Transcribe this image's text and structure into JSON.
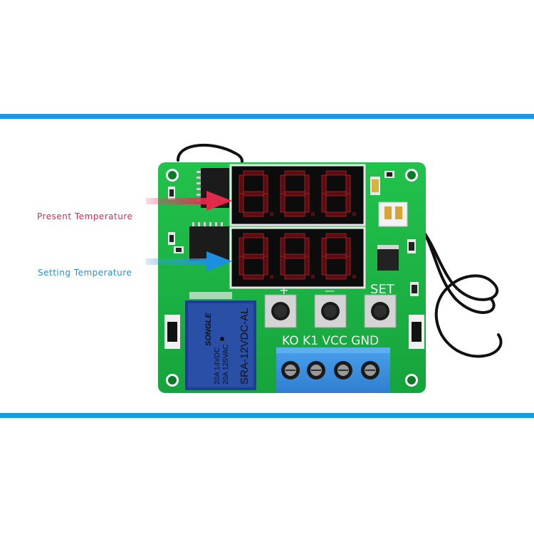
{
  "labels": {
    "present": "Present Temperature",
    "setting": "Setting Temperature"
  },
  "board": {
    "button_labels": {
      "plus": "+",
      "minus": "—",
      "set": "SET"
    },
    "terminal_labels": "KO K1 VCC GND",
    "relay": {
      "brand": "SONGLE",
      "model": "SRA-12VDC-AL",
      "rating_1": "20A 14VDC",
      "rating_2": "20A 125VAC"
    }
  },
  "colors": {
    "accent_bar": "#1a9ad6",
    "pcb_green": "#1fb845",
    "present_label": "#d62a52",
    "setting_label": "#2a8fd0",
    "relay_blue": "#1c3f8f",
    "terminal_blue": "#3b8fe0"
  }
}
